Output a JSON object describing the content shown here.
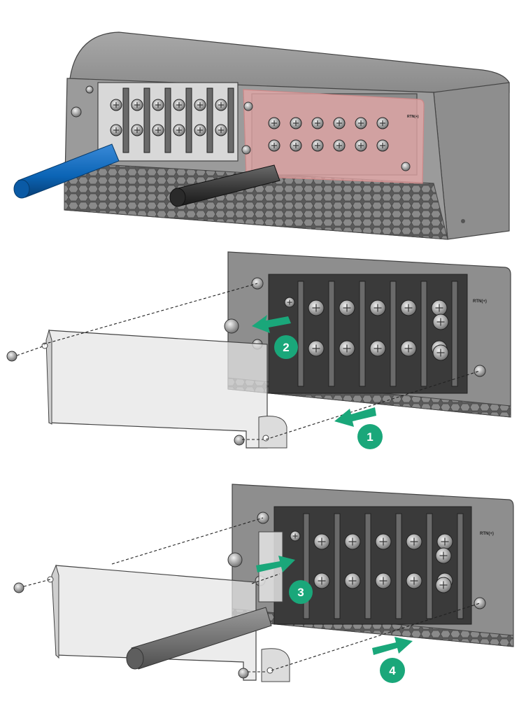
{
  "terminal_labels": {
    "panel_1": "RTN(+)",
    "panel_2": "RTN(+)",
    "panel_3": "RTN(+)"
  },
  "steps": [
    {
      "number": "1"
    },
    {
      "number": "2"
    },
    {
      "number": "3"
    },
    {
      "number": "4"
    }
  ],
  "colors": {
    "step_badge": "#1aa77a",
    "arrow": "#1aa77a",
    "chassis": "#8c8c8c",
    "blue_cable": "#0b64b5",
    "black_cable": "#3a3a3a",
    "highlight": "#e8a8a8"
  }
}
